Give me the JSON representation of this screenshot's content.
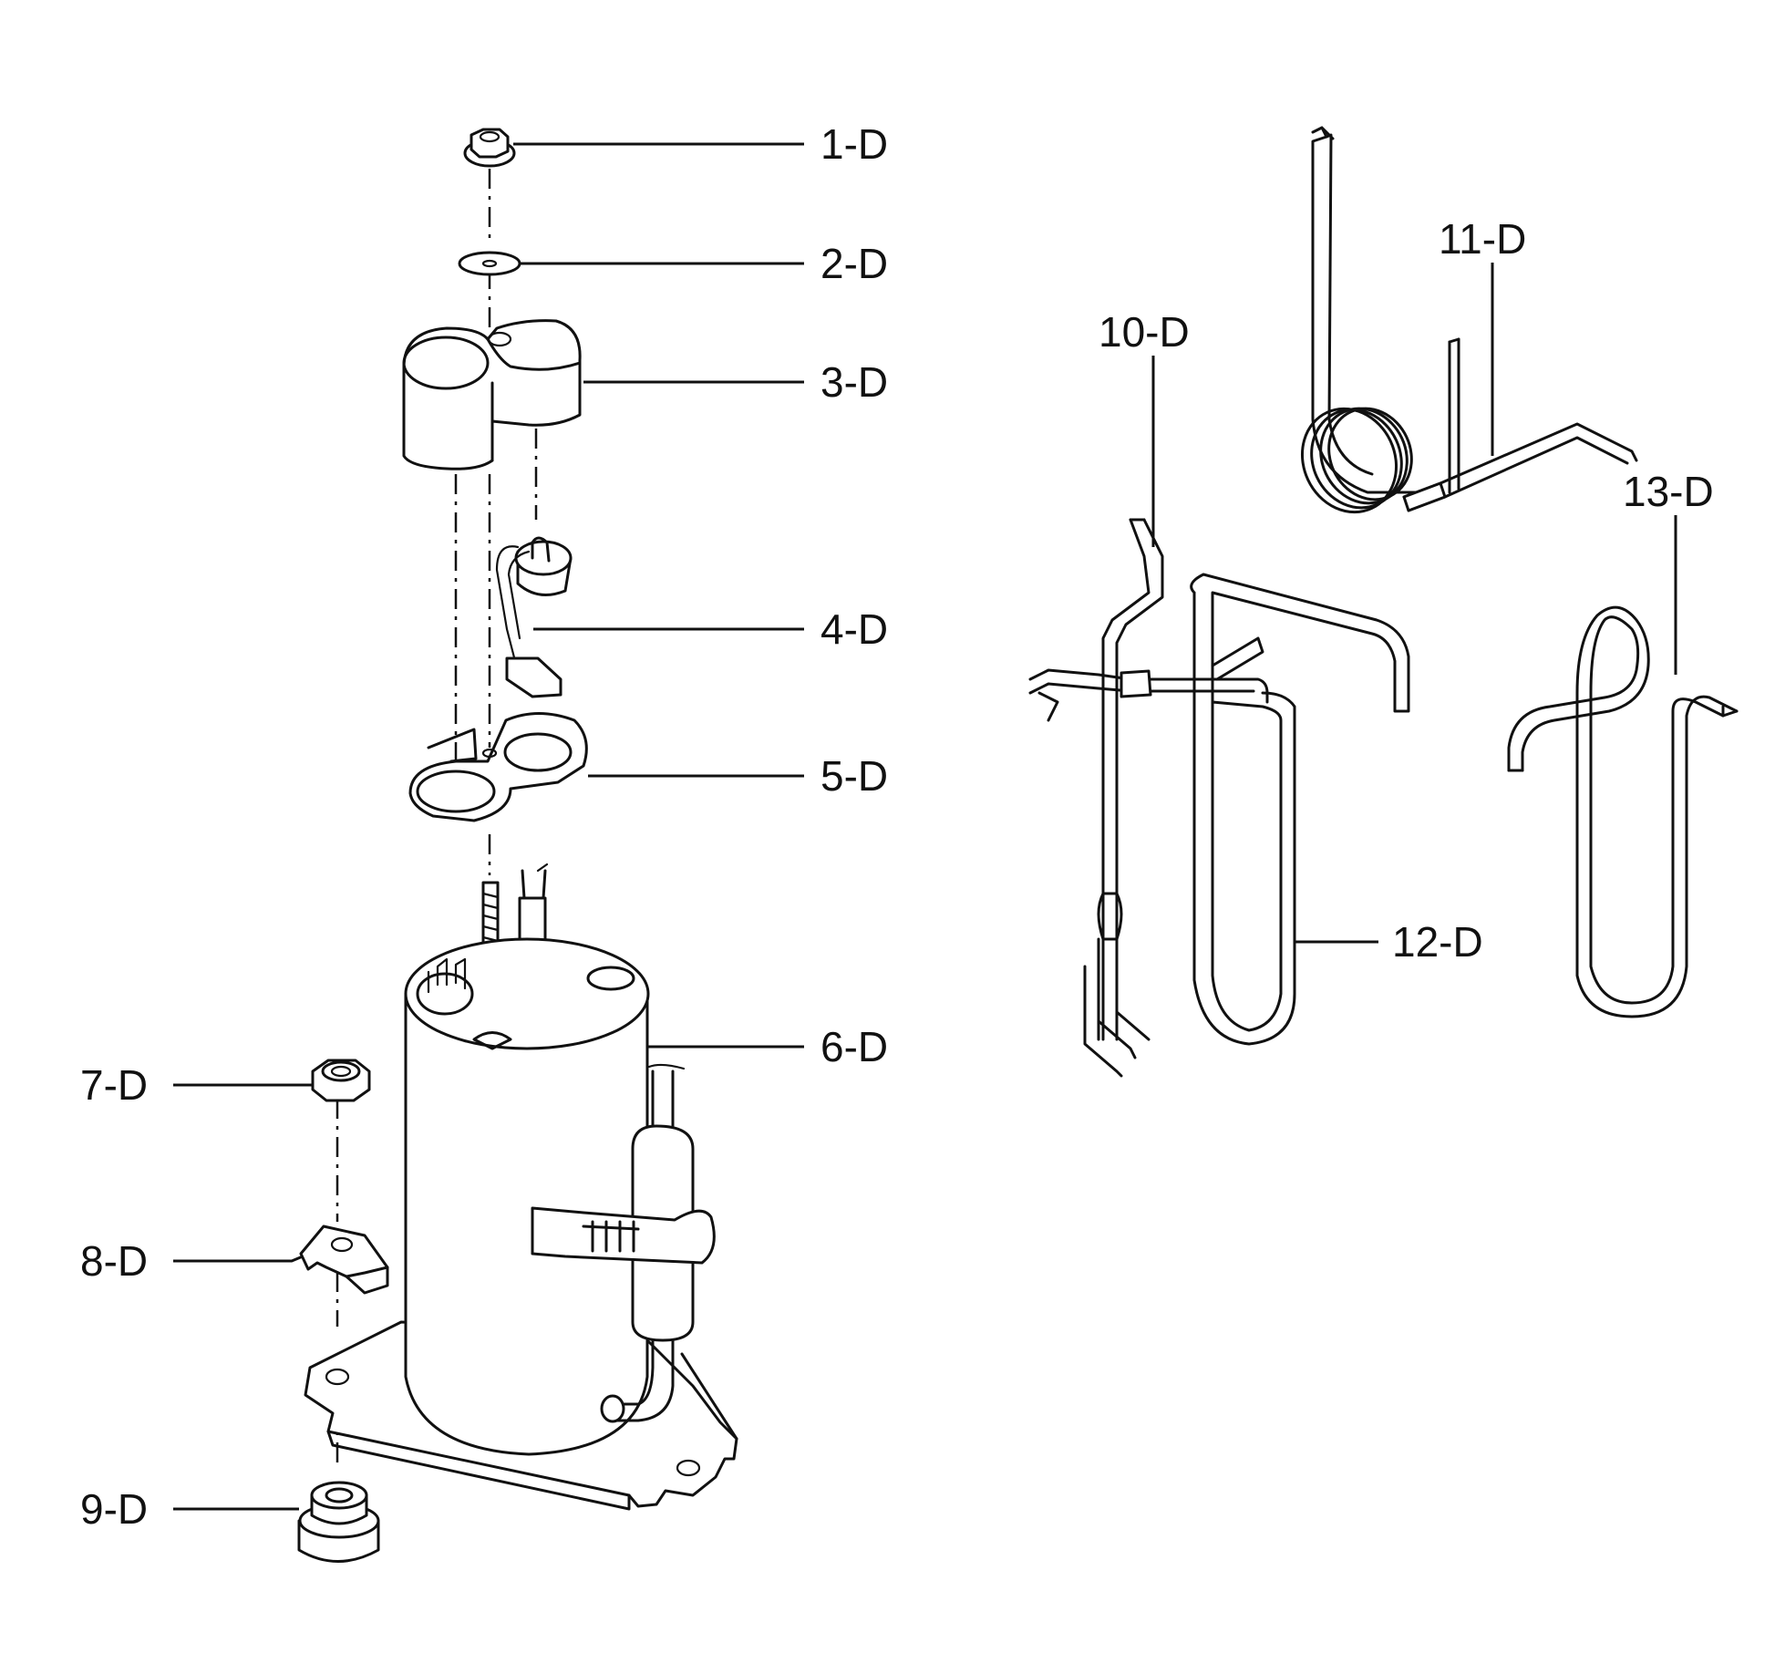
{
  "parts": [
    {
      "id": "1-D",
      "label": "1-D"
    },
    {
      "id": "2-D",
      "label": "2-D"
    },
    {
      "id": "3-D",
      "label": "3-D"
    },
    {
      "id": "4-D",
      "label": "4-D"
    },
    {
      "id": "5-D",
      "label": "5-D"
    },
    {
      "id": "6-D",
      "label": "6-D"
    },
    {
      "id": "7-D",
      "label": "7-D"
    },
    {
      "id": "8-D",
      "label": "8-D"
    },
    {
      "id": "9-D",
      "label": "9-D"
    },
    {
      "id": "10-D",
      "label": "10-D"
    },
    {
      "id": "11-D",
      "label": "11-D"
    },
    {
      "id": "12-D",
      "label": "12-D"
    },
    {
      "id": "13-D",
      "label": "13-D"
    }
  ]
}
